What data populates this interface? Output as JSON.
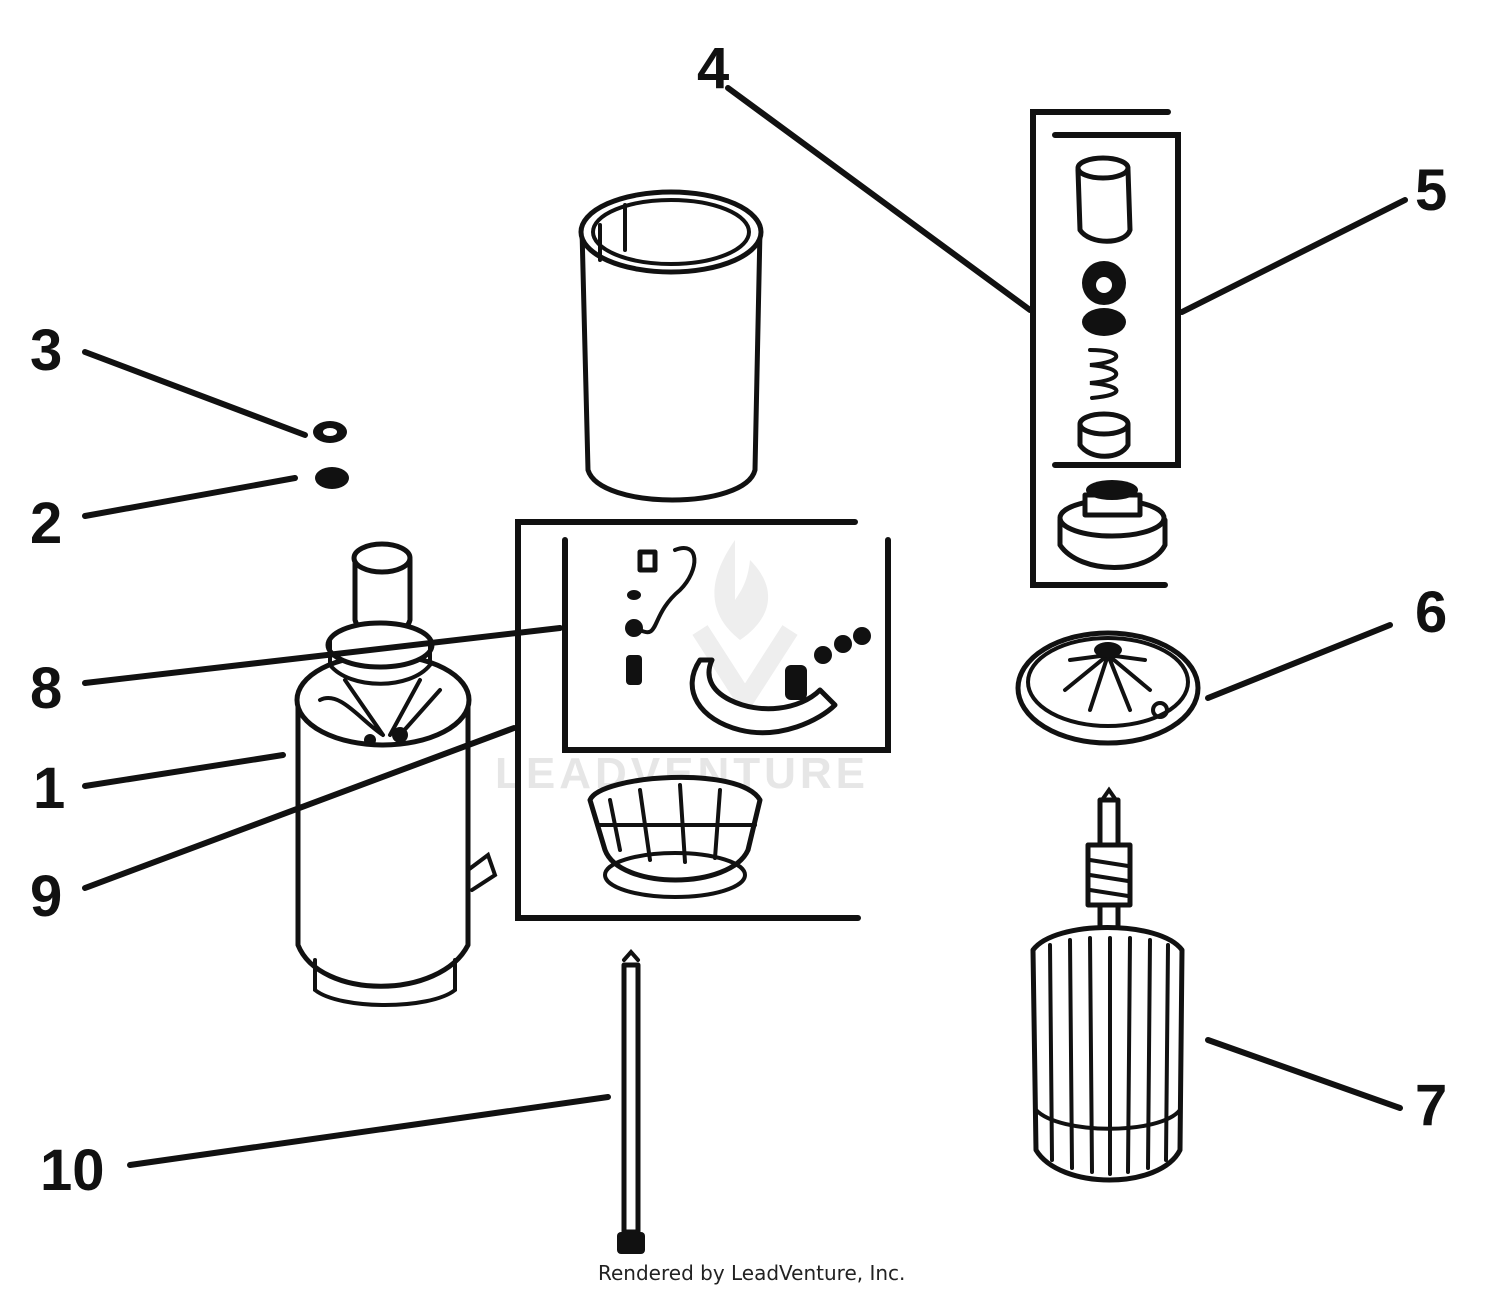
{
  "callouts": [
    "1",
    "2",
    "3",
    "4",
    "5",
    "6",
    "7",
    "8",
    "9",
    "10"
  ],
  "credit": "Rendered by LeadVenture, Inc.",
  "watermark": "LEADVENTURE",
  "colors": {
    "ink": "#111111",
    "background": "#ffffff",
    "watermark": "#e6e6e6"
  }
}
